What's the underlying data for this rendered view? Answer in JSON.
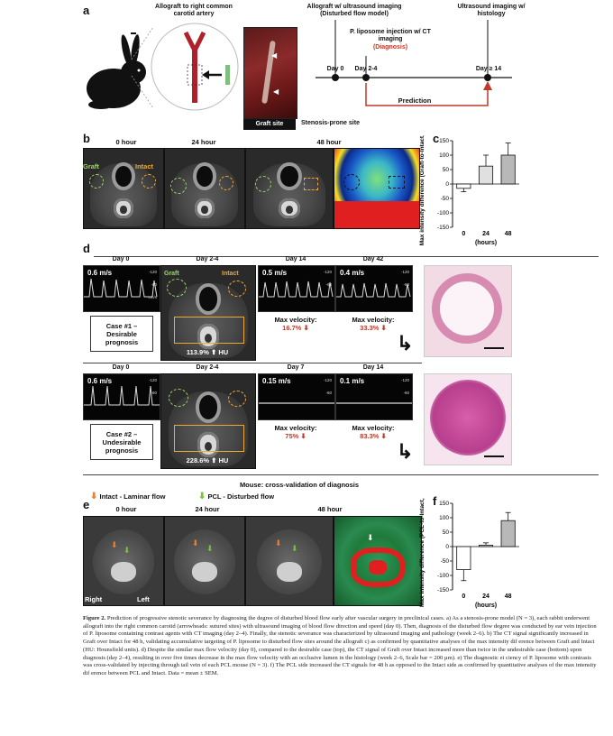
{
  "panel_a": {
    "letter": "a",
    "allograft_title": "Allograft to right common carotid artery",
    "ultrasound_title": "Allograft w/ ultrasound imaging (Disturbed flow model)",
    "liposome_title": "P. liposome injection w/ CT imaging",
    "diagnosis_label": "(Diagnosis)",
    "histology_title": "Ultrasound imaging w/ histology",
    "graft_site": "Graft site",
    "stenosis_site": "Stenosis-prone site",
    "timeline": [
      "Day 0",
      "Day 2-4",
      "Day ≥ 14"
    ],
    "prediction": "Prediction"
  },
  "panel_b": {
    "letter": "b",
    "times": [
      "0 hour",
      "24 hour",
      "48 hour"
    ],
    "graft": "Graft",
    "intact": "Intact"
  },
  "panel_c": {
    "letter": "c",
    "chart_data": {
      "type": "bar",
      "categories": [
        "0",
        "24",
        "48"
      ],
      "values": [
        -15,
        62,
        100
      ],
      "errors": [
        12,
        38,
        42
      ],
      "ylabel": "Max intensity difference (Graft-to-Intact, HU)",
      "xlabel": "(hours)",
      "ylim": [
        -150,
        150
      ],
      "yticks": [
        -150,
        -100,
        -50,
        0,
        50,
        100,
        150
      ],
      "colors": [
        "#ffffff",
        "#e0e0e0",
        "#b8b8b8"
      ]
    }
  },
  "panel_d": {
    "letter": "d",
    "case1": {
      "days": [
        "Day 0",
        "Day 2-4",
        "Day 14",
        "Day 42"
      ],
      "speeds": [
        "0.6 m/s",
        "0.5 m/s",
        "0.4 m/s"
      ],
      "label": "Case #1 – Desirable prognosis",
      "hu": "113.9% ⬆ HU",
      "max_velocity_label": "Max velocity:",
      "max_velocity": [
        "16.7% ⬇",
        "33.3% ⬇"
      ],
      "graft": "Graft",
      "intact": "Intact"
    },
    "case2": {
      "days": [
        "Day 0",
        "Day 2-4",
        "Day 7",
        "Day 14"
      ],
      "speeds": [
        "0.6 m/s",
        "0.15 m/s",
        "0.1 m/s"
      ],
      "label": "Case #2 – Undesirable prognosis",
      "hu": "228.6% ⬆ HU",
      "max_velocity_label": "Max velocity:",
      "max_velocity": [
        "75% ⬇",
        "83.3% ⬇"
      ]
    },
    "scale_ticks": [
      "-120",
      "-60",
      "cm/s"
    ]
  },
  "panel_e": {
    "letter": "e",
    "mouse_title": "Mouse: cross-validation of diagnosis",
    "legend_intact": "Intact - Laminar flow",
    "legend_pcl": "PCL - Disturbed flow",
    "times": [
      "0 hour",
      "24 hour",
      "48 hour"
    ],
    "right": "Right",
    "left": "Left"
  },
  "panel_f": {
    "letter": "f",
    "chart_data": {
      "type": "bar",
      "categories": [
        "0",
        "24",
        "48"
      ],
      "values": [
        -80,
        5,
        90
      ],
      "errors": [
        38,
        8,
        28
      ],
      "ylabel": "Max intensity difference (PCL-to-Intact, HU)",
      "xlabel": "(hours)",
      "ylim": [
        -150,
        150
      ],
      "yticks": [
        -150,
        -100,
        -50,
        0,
        50,
        100,
        150
      ],
      "colors": [
        "#ffffff",
        "#e0e0e0",
        "#b8b8b8"
      ]
    }
  },
  "caption": {
    "title": "Figure 2.",
    "text": "Prediction of progressive stenotic severance by diagnosing the degree of disturbed blood flow early after vascular surgery in preclinical cases. a) As a stenosis-prone model (N = 3), each rabbit underwent allograft into the right common carotid (arrowheads: sutured sites) with ultrasound imaging of blood flow direction and speed (day 0). Then, diagnosis of the disturbed flow degree was conducted by ear vein injection of P. liposome containing contrast agents with CT imaging (day 2–4). Finally, the stenotic severance was characterized by ultrasound imaging and pathology (week 2–6). b) The CT signal significantly increased in Graft over Intact for 48 h, validating accumulative targeting of P. liposome to disturbed flow sites around the allograft c) as confirmed by quantitative analyses of the max intensity dif erence between Graft and Intact (HU: Hounsfield units). d) Despite the similar max flow velocity (day 0), compared to the desirable case (top), the CT signal of Graft over Intact increased more than twice in the undesirable case (bottom) upon diagnosis (day 2–4), resulting in over five times decrease in the max flow velocity with an occlusive lumen in the histology (week 2–6, Scale bar = 200 µm). e) The diagnostic ei ciency of P. liposome with contrasts was cross-validated by injecting through tail vein of each PCL mouse (N = 3). f) The PCL side increased the CT signals for 48 h as opposed to the Intact side as confirmed by quantitative analyses of the max intensity dif erence between PCL and Intact. Data = mean ± SEM."
  }
}
